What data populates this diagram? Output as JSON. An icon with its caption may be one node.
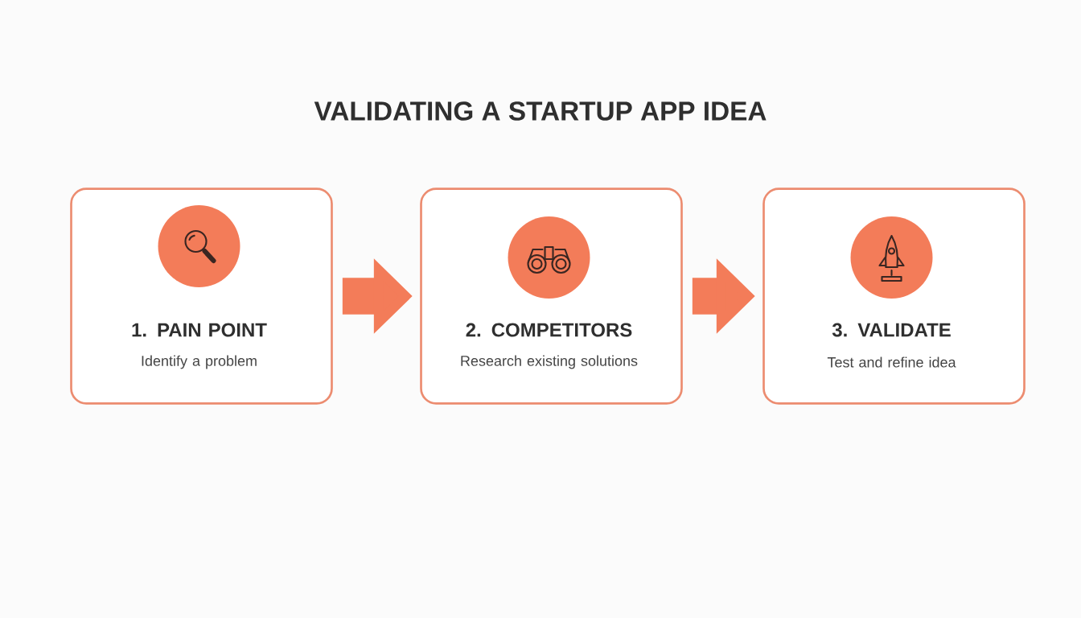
{
  "diagram": {
    "title": "VALIDATING A STARTUP APP IDEA",
    "nodes": [
      {
        "text": [
          "1. PAIN POINT",
          "Identify a problem"
        ]
      },
      {
        "text": [
          "2. COMPETITORS",
          "Research existing solutions"
        ]
      },
      {
        "text": [
          "3. VALIDATE",
          "Test and refine idea"
        ]
      }
    ],
    "edges": [
      {
        "from": 0,
        "to": 1,
        "arrow": "to"
      },
      {
        "from": 1,
        "to": 2,
        "arrow": "to"
      }
    ]
  }
}
